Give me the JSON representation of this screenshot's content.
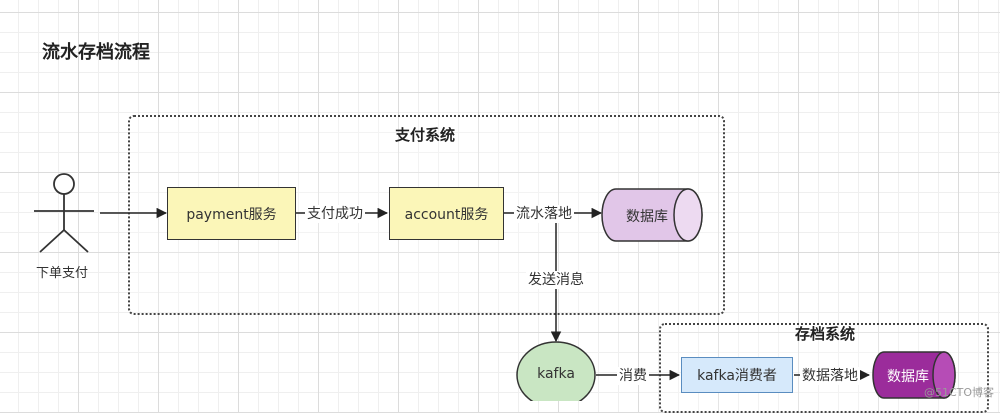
{
  "title": "流水存档流程",
  "groups": {
    "payment_system": "支付系统",
    "archive_system": "存档系统"
  },
  "actor": {
    "label": "下单支付"
  },
  "nodes": {
    "payment": "payment服务",
    "account": "account服务",
    "db1": "数据库",
    "kafka": "kafka",
    "consumer": "kafka消费者",
    "db2": "数据库"
  },
  "edges": {
    "pay_success": "支付成功",
    "flow_landing": "流水落地",
    "send_message": "发送消息",
    "consume": "消费",
    "data_landing": "数据落地"
  },
  "colors": {
    "process_fill": "#fbf6b8",
    "db1_fill": "#e1c6e8",
    "db2_fill": "#9b2c9b",
    "kafka_fill": "#c9e6c3",
    "consumer_fill": "#d6e9fb"
  },
  "watermark": "@51CTO博客"
}
